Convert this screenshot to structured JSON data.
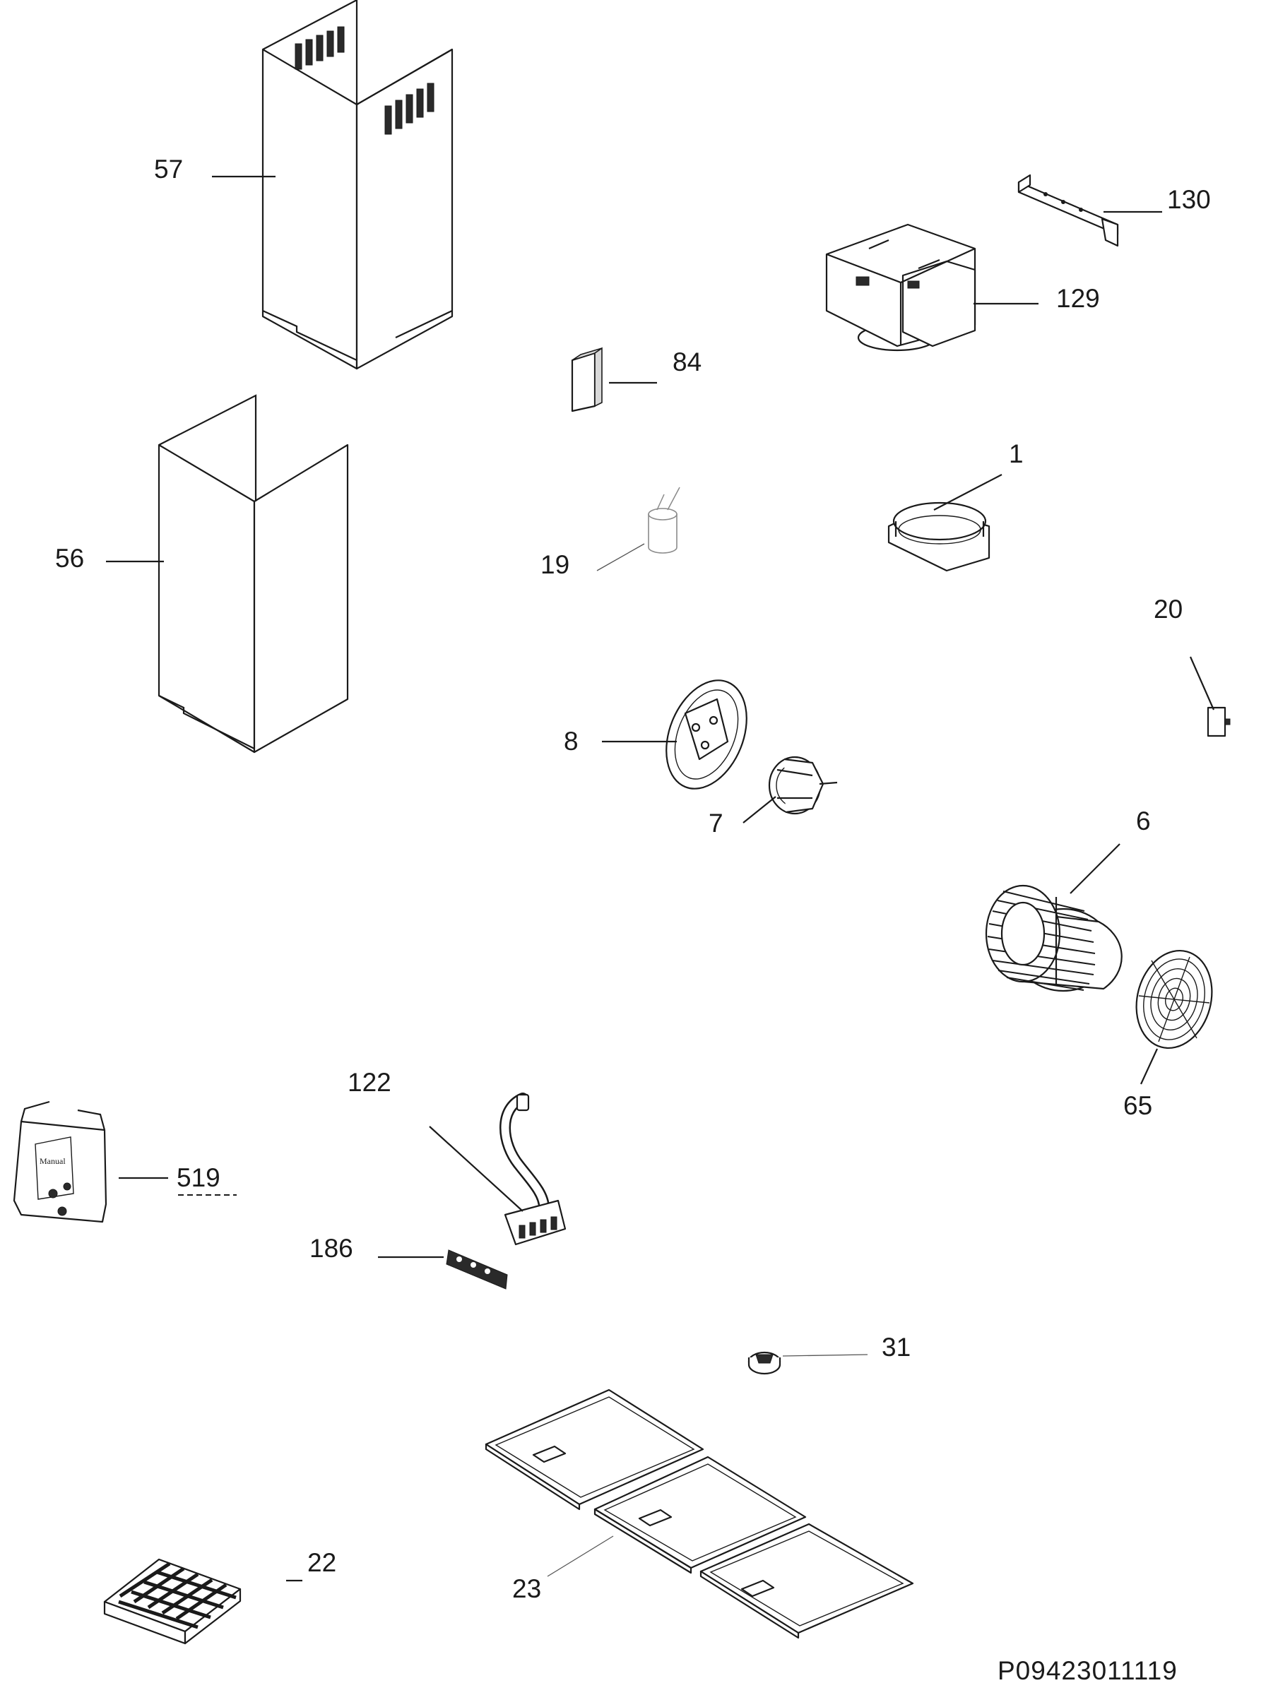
{
  "document_code": "P09423011119",
  "parts": [
    {
      "id": "p57",
      "label": "57"
    },
    {
      "id": "p56",
      "label": "56"
    },
    {
      "id": "p130",
      "label": "130"
    },
    {
      "id": "p129",
      "label": "129"
    },
    {
      "id": "p84",
      "label": "84"
    },
    {
      "id": "p1",
      "label": "1"
    },
    {
      "id": "p19",
      "label": "19"
    },
    {
      "id": "p20",
      "label": "20"
    },
    {
      "id": "p8",
      "label": "8"
    },
    {
      "id": "p7",
      "label": "7"
    },
    {
      "id": "p6",
      "label": "6"
    },
    {
      "id": "p65",
      "label": "65"
    },
    {
      "id": "p122",
      "label": "122"
    },
    {
      "id": "p519",
      "label": "519"
    },
    {
      "id": "p186",
      "label": "186"
    },
    {
      "id": "p31",
      "label": "31"
    },
    {
      "id": "p22",
      "label": "22"
    },
    {
      "id": "p23",
      "label": "23"
    }
  ],
  "bag_print": "Manual"
}
